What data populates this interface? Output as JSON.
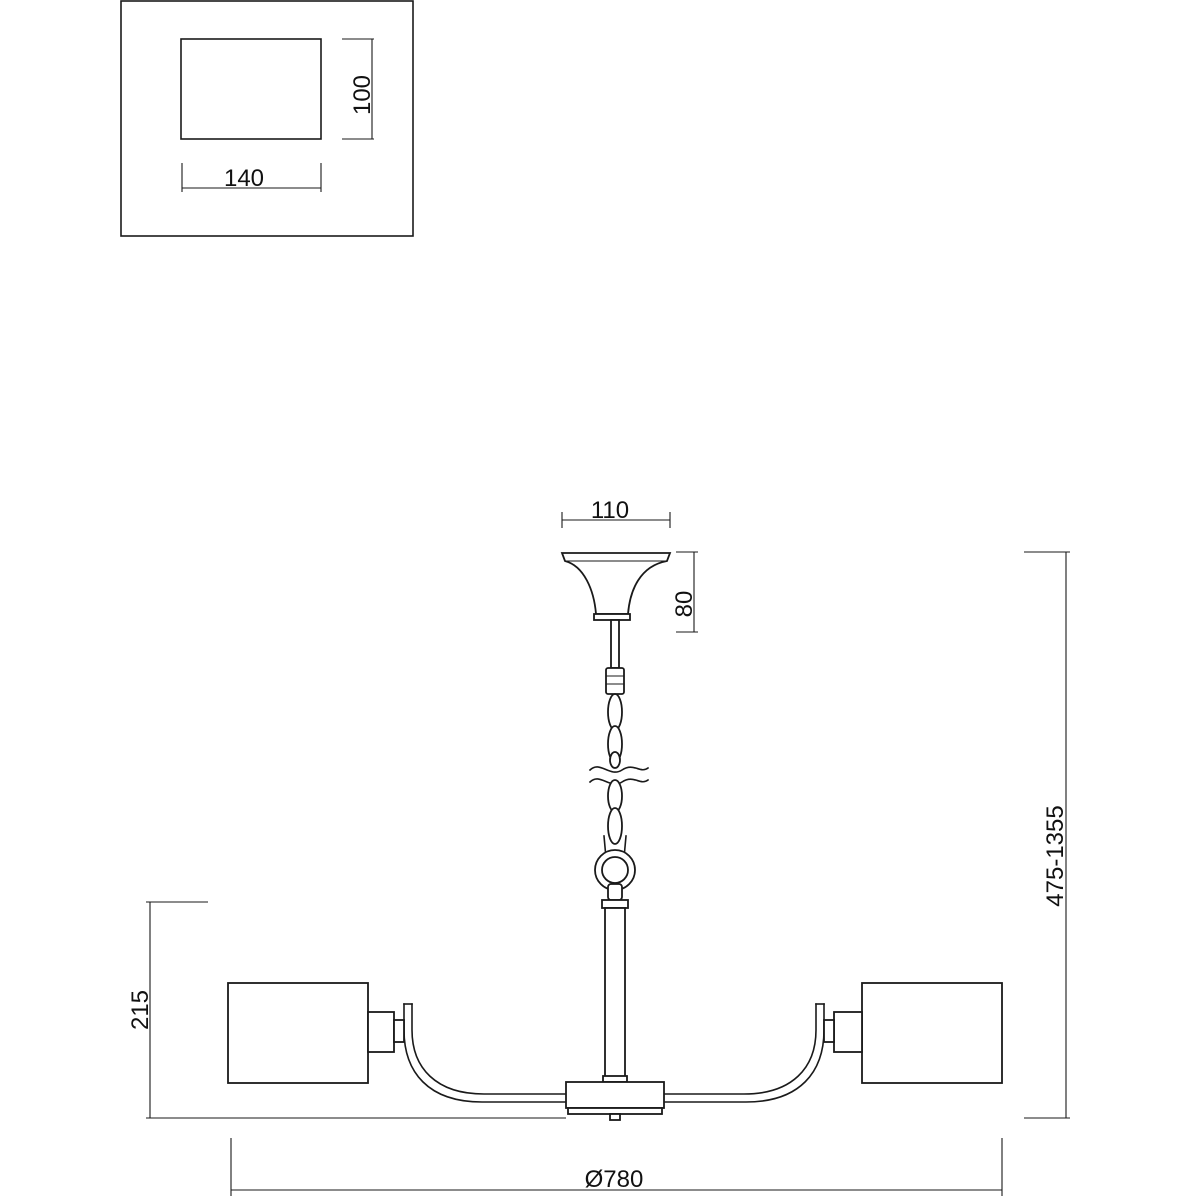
{
  "dimensions": {
    "shade_width": "140",
    "shade_height": "100",
    "canopy_diameter": "110",
    "canopy_height": "80",
    "overall_height": "475-1355",
    "arm_height": "215",
    "overall_diameter": "Ø780"
  },
  "colors": {
    "line": "#1a1a1a",
    "background": "#ffffff"
  }
}
